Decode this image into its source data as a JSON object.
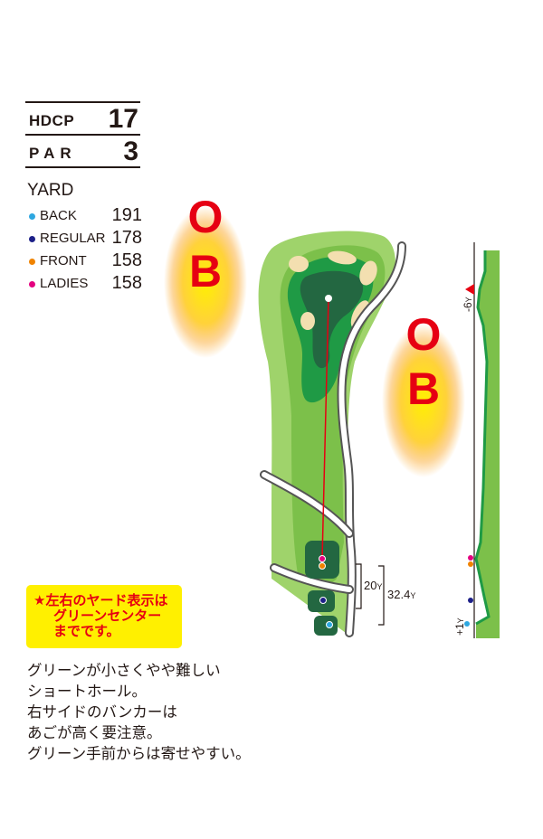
{
  "hdcp": {
    "label": "HDCP",
    "value": "17"
  },
  "par": {
    "label": "PAR",
    "value": "3"
  },
  "yard_title": "YARD",
  "tees": [
    {
      "name": "BACK",
      "yards": "191",
      "color": "#2ea7e0"
    },
    {
      "name": "REGULAR",
      "yards": "178",
      "color": "#1d2088"
    },
    {
      "name": "FRONT",
      "yards": "158",
      "color": "#f08300"
    },
    {
      "name": "LADIES",
      "yards": "158",
      "color": "#e4007f"
    }
  ],
  "ob_label": "OB",
  "note_lines": [
    "★左右のヤード表示は",
    "グリーンセンター",
    "までです。"
  ],
  "description": [
    "グリーンが小さくやや難しい",
    "ショートホール。",
    "右サイドのバンカーは",
    "あごが高く要注意。",
    "グリーン手前からは寄せやすい。"
  ],
  "distances": {
    "short": "20",
    "long": "32.4",
    "unit": "Y"
  },
  "elevation": {
    "green": "-6",
    "tee": "+1",
    "unit": "Y"
  },
  "colors": {
    "fairway": "#9fd36b",
    "rough": "#7cc04a",
    "green": "#1f9a45",
    "green_center": "#236741",
    "bunker": "#f3dfb0",
    "ob_text": "#e60012",
    "note_bg": "#fff000"
  }
}
